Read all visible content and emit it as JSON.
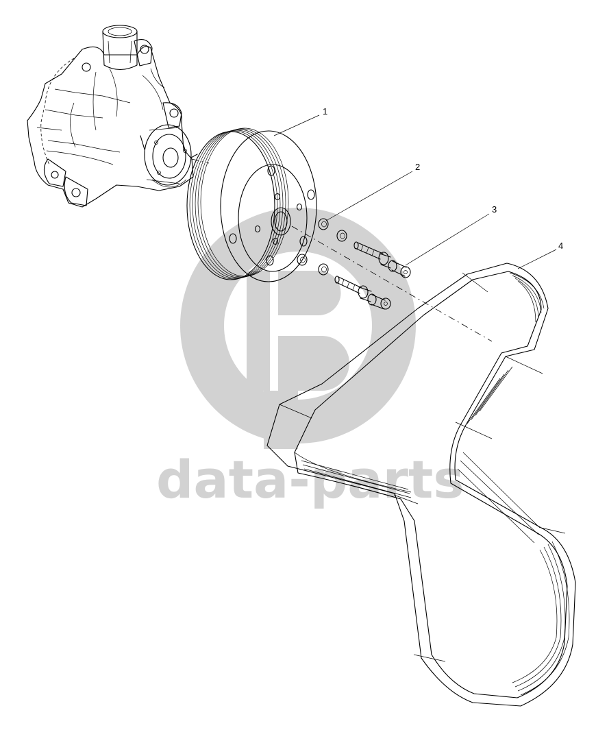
{
  "watermark": {
    "text": "data-parts",
    "color": "#d2d2d2"
  },
  "callouts": [
    {
      "id": "1",
      "label": "1",
      "part": "pulley"
    },
    {
      "id": "2",
      "label": "2",
      "part": "washer"
    },
    {
      "id": "3",
      "label": "3",
      "part": "bolt"
    },
    {
      "id": "4",
      "label": "4",
      "part": "belt"
    }
  ],
  "icons": {
    "watermark_logo": "data-parts-logo-icon",
    "water_pump": "water-pump-icon",
    "pulley": "pulley-icon",
    "washers": "washer-icon",
    "bolts": "bolt-icon",
    "belt": "belt-icon"
  }
}
